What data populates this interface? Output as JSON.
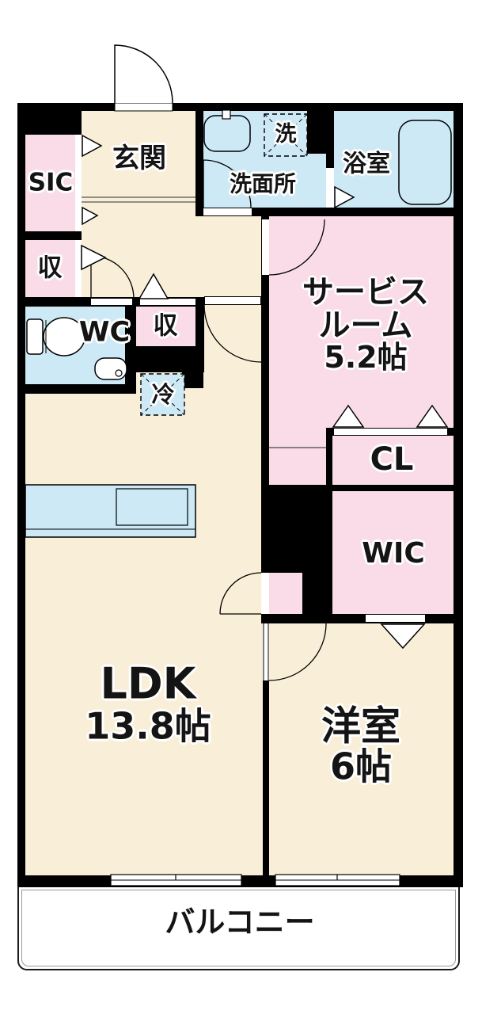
{
  "colors": {
    "room_cream": "#F9EFD9",
    "closet_pink": "#F9DCE8",
    "wet_area_blue": "#CDE9F6",
    "wall_black": "#000000",
    "text": "#141414"
  },
  "fixtures": [
    "toilet-icon",
    "hand-sink-icon",
    "wash-basin-icon",
    "bathtub-icon",
    "kitchen-counter",
    "washing-machine-space",
    "refrigerator-space",
    "door-swing-arc",
    "opening-triangle",
    "sliding-window"
  ],
  "rooms": {
    "entrance": {
      "label": "玄関"
    },
    "sic": {
      "label": "SIC"
    },
    "storage_upper": {
      "label": "収"
    },
    "storage_mid": {
      "label": "収"
    },
    "wc": {
      "label": "WC"
    },
    "refrigerator": {
      "label": "冷"
    },
    "washer": {
      "label": "洗"
    },
    "washroom": {
      "label": "洗面所"
    },
    "bathroom": {
      "label": "浴室"
    },
    "service_room": {
      "line1": "サービス",
      "line2": "ルーム",
      "size": "5.2帖"
    },
    "closet": {
      "label": "CL"
    },
    "walk_in_closet": {
      "label": "WIC"
    },
    "ldk": {
      "label": "LDK",
      "size": "13.8帖"
    },
    "western_room": {
      "label": "洋室",
      "size": "6帖"
    },
    "balcony": {
      "label": "バルコニー"
    }
  }
}
